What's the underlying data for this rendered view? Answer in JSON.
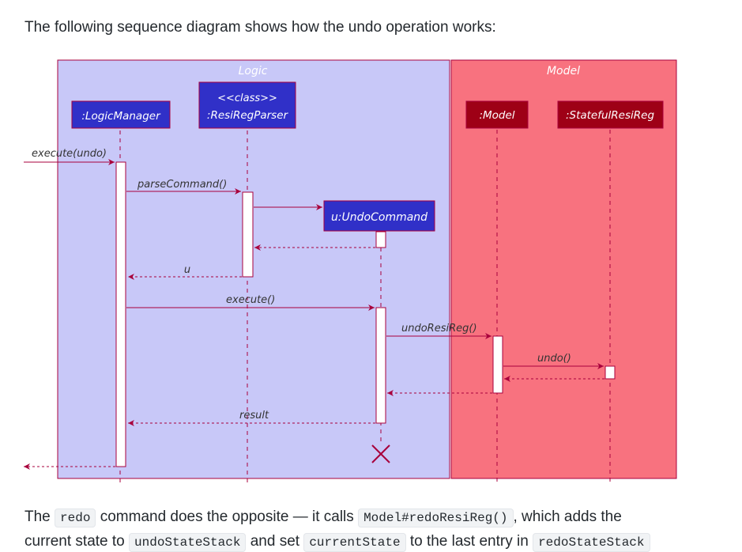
{
  "intro_text": "The following sequence diagram shows how the undo operation works:",
  "diagram": {
    "groups": {
      "logic": "Logic",
      "model": "Model"
    },
    "participants": {
      "logic_manager": ":LogicManager",
      "parser_stereotype": "<<class>>",
      "parser": ":ResiRegParser",
      "undo_command": "u:UndoCommand",
      "model": ":Model",
      "stateful": ":StatefulResiReg"
    },
    "messages": {
      "execute_undo": "execute(undo)",
      "parse_command": "parseCommand()",
      "return_u": "u",
      "execute": "execute()",
      "undo_resi_reg": "undoResiReg()",
      "undo": "undo()",
      "result": "result"
    }
  },
  "outro": {
    "text_1": "The",
    "code_1": "redo",
    "text_2": "command does the opposite — it calls",
    "code_2": "Model#redoResiReg()",
    "text_3": ", which adds the"
  },
  "outro_cut": {
    "text_1": "current state to",
    "code_1": "undoStateStack",
    "text_2": "and set",
    "code_2": "currentState",
    "text_3": "to the last entry in",
    "code_3": "redoStateStack"
  },
  "colors": {
    "logic_bg": "#c8c8f8",
    "model_bg": "#f8727f",
    "participant_blue": "#3030c8",
    "participant_red": "#9e0016",
    "line": "#a8003c"
  }
}
